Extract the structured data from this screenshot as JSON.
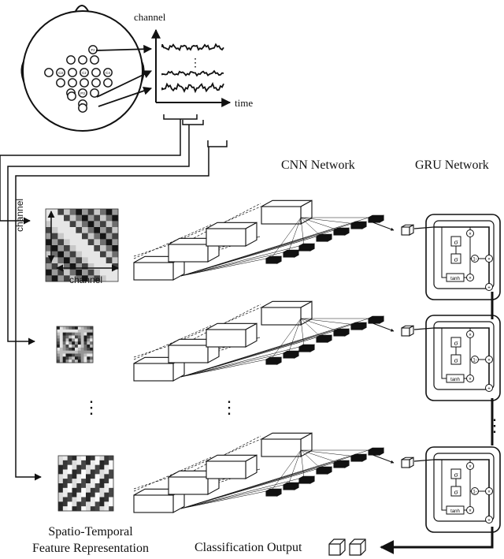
{
  "eeg": {
    "channel_axis_label": "channel",
    "time_axis_label": "time",
    "electrode_labels": [
      "Fz",
      "C3",
      "C4",
      "Cz",
      "P3",
      "P4",
      "Pz"
    ]
  },
  "section_titles": {
    "cnn": "CNN Network",
    "gru": "GRU Network"
  },
  "matrix": {
    "y_label": "channel",
    "x_label": "channel"
  },
  "gru_cell": {
    "sigma": "σ",
    "tanh": "tanh",
    "one_minus": "1-",
    "times": "×",
    "plus": "+"
  },
  "ellipsis": "⋮",
  "bottom": {
    "feature_line1": "Spatio-Temporal",
    "feature_line2": "Feature Representation",
    "classification_output": "Classification Output"
  }
}
